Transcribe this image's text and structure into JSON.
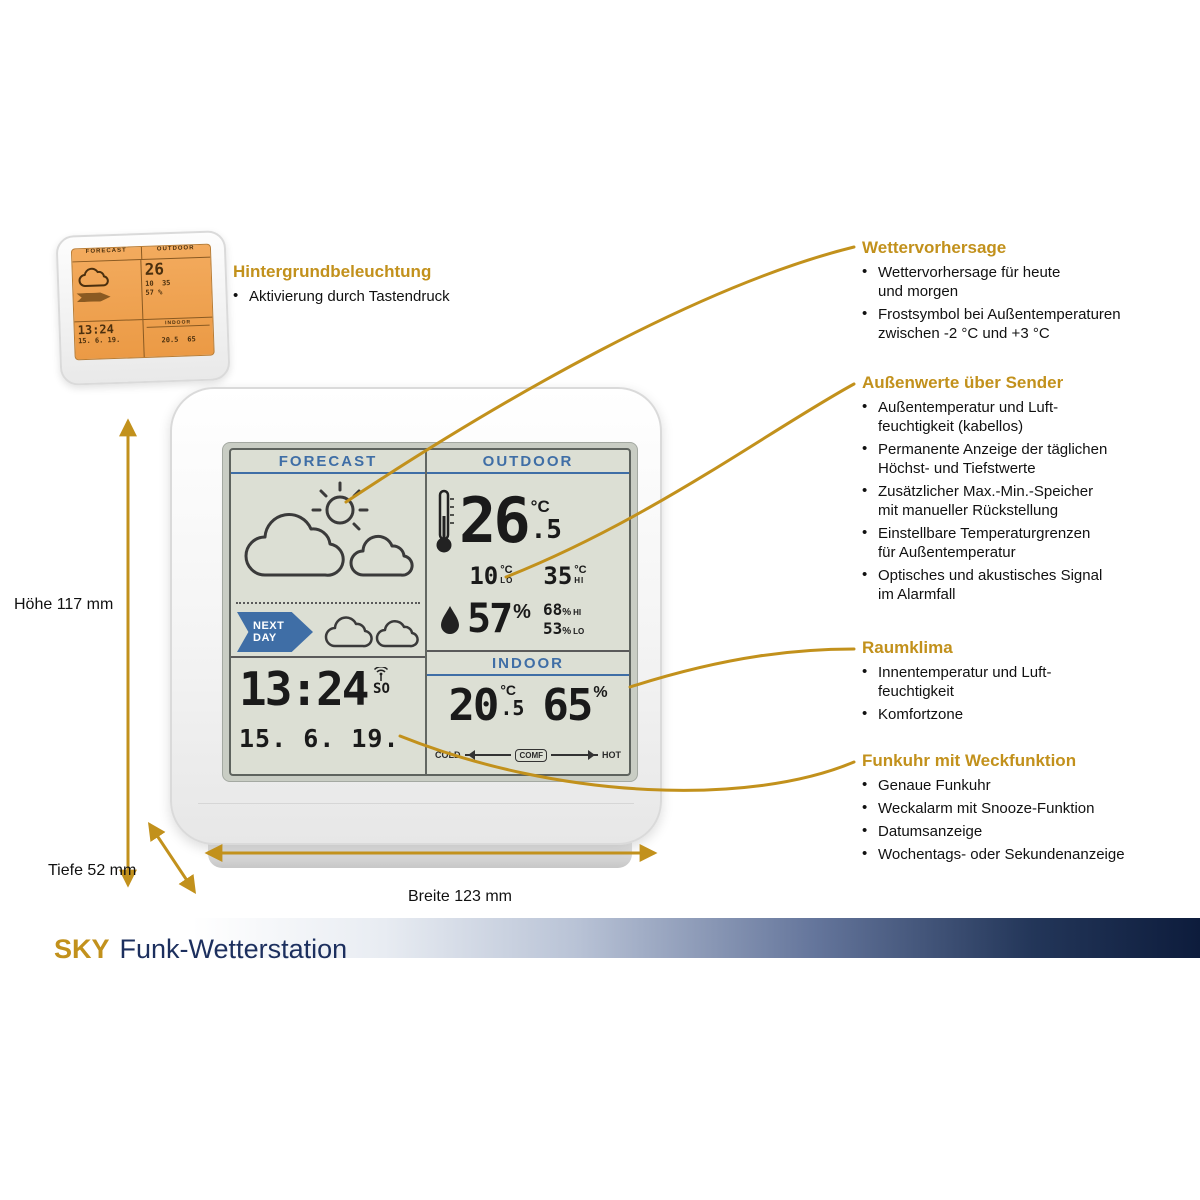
{
  "footer": {
    "brand": "SKY",
    "product": "Funk-Wetterstation"
  },
  "colors": {
    "accent_gold": "#c2911c",
    "navy": "#1c2f5e",
    "lcd_blue": "#3f6ea6",
    "backlight_orange": "#eb9a45"
  },
  "dimensions": {
    "height_label": "Höhe 117 mm",
    "depth_label": "Tiefe 52 mm",
    "width_label": "Breite 123 mm"
  },
  "backlight": {
    "title": "Hintergrundbeleuchtung",
    "bullet": "Aktivierung durch Tastendruck"
  },
  "annotations": [
    {
      "title": "Wettervorhersage",
      "bullets": [
        "Wettervorhersage für heute\nund morgen",
        "Frostsymbol bei Außentemperaturen\nzwischen -2 °C und +3 °C"
      ]
    },
    {
      "title": "Außenwerte über Sender",
      "bullets": [
        "Außentemperatur und Luft-\nfeuchtigkeit (kabellos)",
        "Permanente Anzeige der täglichen\nHöchst- und Tiefstwerte",
        "Zusätzlicher Max.-Min.-Speicher\nmit manueller Rückstellung",
        "Einstellbare Temperaturgrenzen\nfür Außentemperatur",
        "Optisches und akustisches Signal\nim Alarmfall"
      ]
    },
    {
      "title": "Raumklima",
      "bullets": [
        "Innentemperatur und Luft-\nfeuchtigkeit",
        "Komfortzone"
      ]
    },
    {
      "title": "Funkuhr mit Weckfunktion",
      "bullets": [
        "Genaue Funkuhr",
        "Weckalarm mit Snooze-Funktion",
        "Datumsanzeige",
        "Wochentags- oder Sekundenanzeige"
      ]
    }
  ],
  "display": {
    "forecast_label": "FORECAST",
    "outdoor_label": "OUTDOOR",
    "indoor_label": "INDOOR",
    "next_day_line1": "NEXT",
    "next_day_line2": "DAY",
    "outdoor": {
      "temp": "26",
      "temp_frac": ".5",
      "temp_unit": "°C",
      "lo_value": "10",
      "lo_unit": "°C",
      "lo_label": "LO",
      "hi_value": "35",
      "hi_unit": "°C",
      "hi_label": "HI",
      "humidity": "57",
      "humidity_unit": "%",
      "hum_hi_value": "68",
      "hum_hi_unit": "%",
      "hum_hi_label": "HI",
      "hum_lo_value": "53",
      "hum_lo_unit": "%",
      "hum_lo_label": "LO"
    },
    "clock": {
      "time": "13:24",
      "weekday": "SO",
      "date": "15. 6. 19."
    },
    "indoor": {
      "temp": "20",
      "temp_frac": ".5",
      "temp_unit": "°C",
      "humidity": "65",
      "humidity_unit": "%",
      "comfort_cold": "COLD",
      "comfort_mid": "COMF",
      "comfort_hot": "HOT"
    }
  }
}
